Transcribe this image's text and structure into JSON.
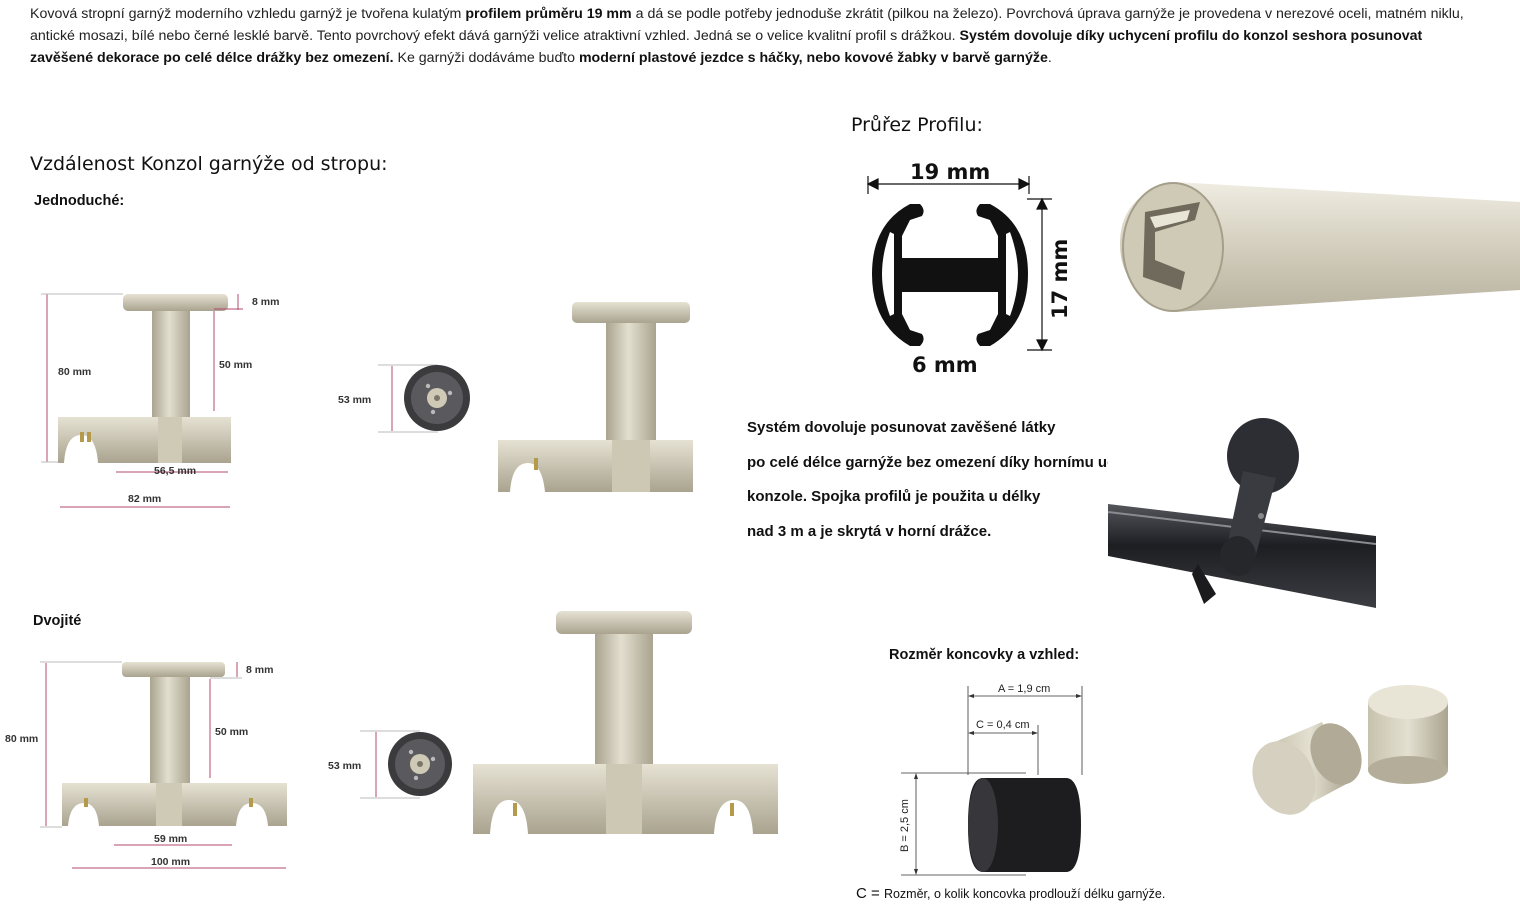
{
  "intro": {
    "t1": "Kovová stropní garnýž moderního vzhledu garnýž je tvořena kulatým ",
    "b1": "profilem průměru 19 mm",
    "t2": " a dá se podle potřeby jednoduše zkrátit (pilkou na železo). Povrchová úprava garnýže je provedena v nerezové oceli, matném niklu, antické mosazi, bílé nebo černé lesklé barvě. Tento povrchový efekt dává garnýži velice atraktivní vzhled. Jedná se o velice kvalitní profil s drážkou. ",
    "b2": "Systém dovoluje díky uchycení profilu do konzol seshora posunovat zavěšené dekorace po celé délce drážky bez omezení.",
    "t3": " Ke garnýži dodáváme buďto ",
    "b3": "moderní plastové jezdce s háčky, nebo kovové žabky v barvě garnýže",
    "t4": "."
  },
  "distance": {
    "title": "Vzdálenost Konzol garnýže od stropu:",
    "single_label": "Jednoduché:",
    "double_label": "Dvojité",
    "single": {
      "top": "8 mm",
      "total": "80 mm",
      "stem": "50 mm",
      "inner": "56,5 mm",
      "width": "82 mm",
      "base": "53 mm"
    },
    "double": {
      "top": "8 mm",
      "total": "80 mm",
      "stem": "50 mm",
      "inner": "59 mm",
      "width": "100 mm",
      "base": "53 mm"
    }
  },
  "profile": {
    "title": "Průřez Profilu:",
    "width": "19 mm",
    "height": "17 mm",
    "slot": "6 mm"
  },
  "system_text": [
    "Systém dovoluje posunovat zavěšené látky",
    "po celé délce garnýže bez omezení díky hornímu uchycení",
    "konzole. Spojka profilů je použita u délky",
    " nad 3 m a je skrytá v horní drážce."
  ],
  "endcap": {
    "title": "Rozměr koncovky a vzhled:",
    "a": "A = 1,9 cm",
    "c": "C = 0,4 cm",
    "b": "B = 2,5 cm",
    "note_c": "C = ",
    "note_rest": "Rozměr, o kolik koncovka prodlouží délku garnýže."
  },
  "colors": {
    "nickel": "#d2cdbb",
    "nickel_dark": "#a9a38f",
    "dim_line": "#b5486f",
    "black_finish": "#232326"
  }
}
